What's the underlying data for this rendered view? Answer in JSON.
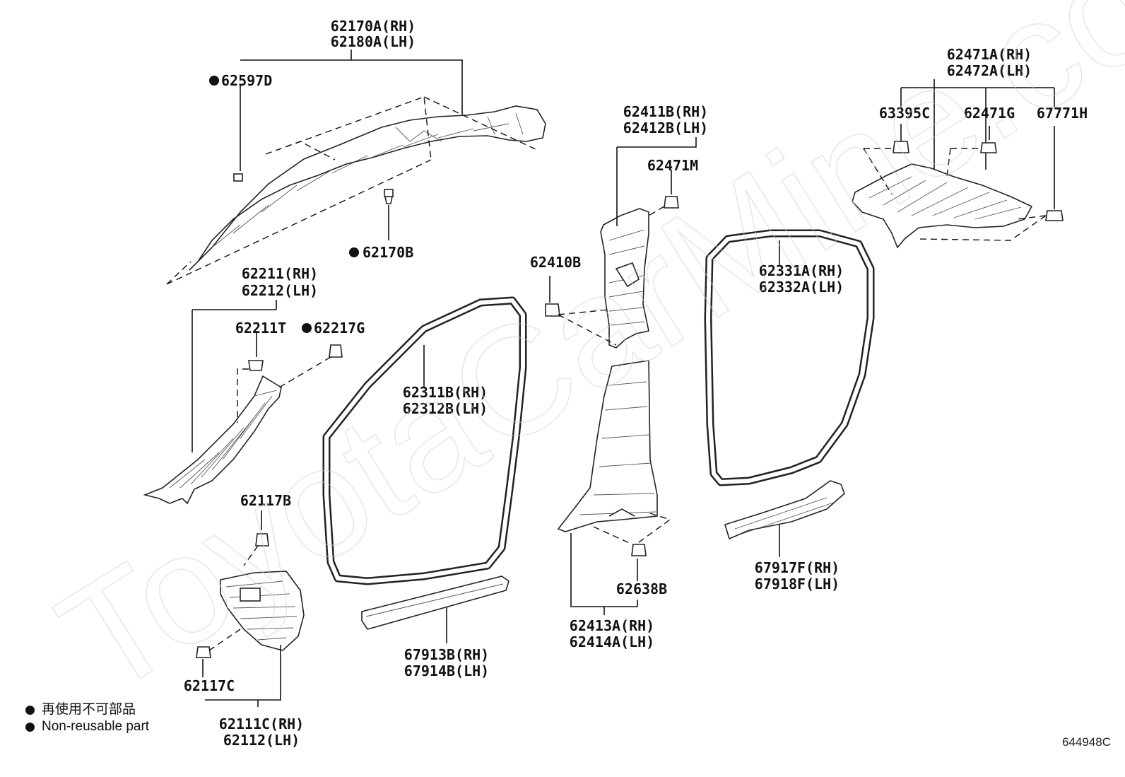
{
  "diagram": {
    "watermark": "ToyotaCarMine.com",
    "reference_code": "644948C",
    "legend": [
      {
        "text": "再使用不可部品",
        "icon": "filled-circle"
      },
      {
        "text": "Non-reusable part",
        "icon": "filled-circle"
      }
    ],
    "labels": {
      "l62170A": "62170A(RH)",
      "l62180A": "62180A(LH)",
      "l62597D": "62597D",
      "l62170B": "62170B",
      "l62211": "62211(RH)",
      "l62212": "62212(LH)",
      "l62211T": "62211T",
      "l62217G": "62217G",
      "l62311B": "62311B(RH)",
      "l62312B": "62312B(LH)",
      "l62117B": "62117B",
      "l62117C": "62117C",
      "l62111C": "62111C(RH)",
      "l62112": "62112(LH)",
      "l67913B": "67913B(RH)",
      "l67914B": "67914B(LH)",
      "l62411B": "62411B(RH)",
      "l62412B": "62412B(LH)",
      "l62471M": "62471M",
      "l62410B": "62410B",
      "l62638B": "62638B",
      "l62413A": "62413A(RH)",
      "l62414A": "62414A(LH)",
      "l62471A": "62471A(RH)",
      "l62472A": "62472A(LH)",
      "l63395C": "63395C",
      "l62471G": "62471G",
      "l67771H": "67771H",
      "l62331A": "62331A(RH)",
      "l62332A": "62332A(LH)",
      "l67917F": "67917F(RH)",
      "l67918F": "67918F(LH)"
    }
  }
}
